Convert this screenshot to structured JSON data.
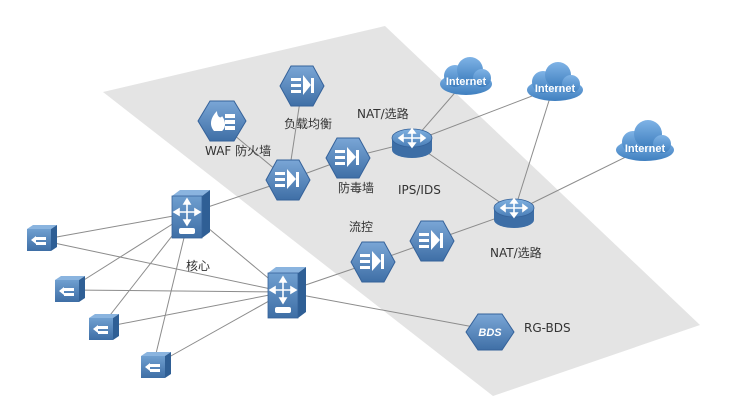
{
  "labels": {
    "waf": "WAF 防火墙",
    "load_balancer": "负载均衡",
    "nat_top": "NAT/选路",
    "antivirus": "防毒墙",
    "ips": "IPS/IDS",
    "flow_control": "流控",
    "nat_bottom": "NAT/选路",
    "core": "核心",
    "rg_bds": "RG-BDS",
    "bds_badge": "BDS"
  },
  "clouds": [
    "Internet",
    "Internet",
    "Internet"
  ],
  "colors": {
    "zone": "#e4e4e4",
    "device_blue": "#4a79ad",
    "device_light": "#6d9bcb",
    "cloud": "#5b93c9",
    "link": "#8c8c8c"
  }
}
